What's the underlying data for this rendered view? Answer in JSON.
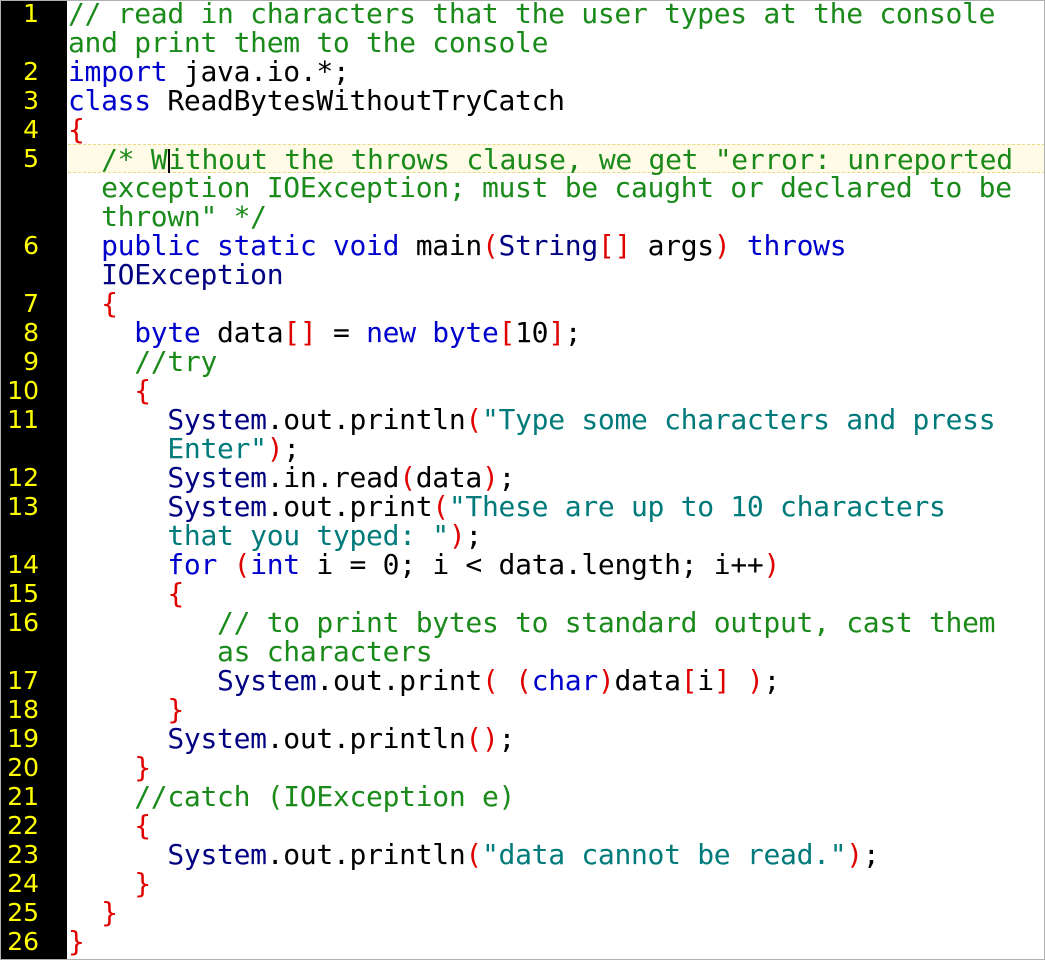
{
  "editor": {
    "line_numbers": [
      "1",
      "2",
      "3",
      "4",
      "5",
      "6",
      "7",
      "8",
      "9",
      "10",
      "11",
      "12",
      "13",
      "14",
      "15",
      "16",
      "17",
      "18",
      "19",
      "20",
      "21",
      "22",
      "23",
      "24",
      "25",
      "26"
    ],
    "code": {
      "l1a": "// read in characters that the user types at the console",
      "l1b": "and print them to the console",
      "l2_kw": "import",
      "l2_rest": " java.io.*;",
      "l3_kw": "class",
      "l3_rest": " ReadBytesWithoutTryCatch",
      "l4": "{",
      "l5a_pre": "/* W",
      "l5a_post": "ithout the throws clause, we get \"error: unreported",
      "l5b": "exception IOException; must be caught or declared to be",
      "l5c": "thrown\" */",
      "l6_kw1": "public static void",
      "l6_main": " main",
      "l6_po": "(",
      "l6_string": "String",
      "l6_sq": "[]",
      "l6_args": " args",
      "l6_pc": ")",
      "l6_throws": " throws",
      "l6b": "IOException",
      "l7": "{",
      "l8_kw": "byte",
      "l8_data": " data",
      "l8_sq": "[]",
      "l8_eq": " = ",
      "l8_new": "new byte",
      "l8_ob": "[",
      "l8_num": "10",
      "l8_cb": "]",
      "l8_semi": ";",
      "l9": "//try",
      "l10": "{",
      "l11_sys": "System",
      "l11_call": ".out.println",
      "l11_po": "(",
      "l11_str": "\"Type some characters and press",
      "l11b_str": "Enter\"",
      "l11b_pc": ")",
      "l11b_semi": ";",
      "l12_sys": "System",
      "l12_call": ".in.read",
      "l12_po": "(",
      "l12_arg": "data",
      "l12_pc": ")",
      "l12_semi": ";",
      "l13_sys": "System",
      "l13_call": ".out.print",
      "l13_po": "(",
      "l13_str": "\"These are up to 10 characters",
      "l13b_str": "that you typed: \"",
      "l13b_pc": ")",
      "l13b_semi": ";",
      "l14_for": "for",
      "l14_sp": " ",
      "l14_po": "(",
      "l14_int": "int",
      "l14_rest": " i = 0; i < data.length; i++",
      "l14_pc": ")",
      "l15": "{",
      "l16a": "// to print bytes to standard output, cast them",
      "l16b": "as characters",
      "l17_sys": "System",
      "l17_call": ".out.print",
      "l17_po": "(",
      "l17_sp": " ",
      "l17_cpo": "(",
      "l17_char": "char",
      "l17_cpc": ")",
      "l17_data": "data",
      "l17_ob": "[",
      "l17_i": "i",
      "l17_cb": "]",
      "l17_sp2": " ",
      "l17_pc": ")",
      "l17_semi": ";",
      "l18": "}",
      "l19_sys": "System",
      "l19_call": ".out.println",
      "l19_parens": "()",
      "l19_semi": ";",
      "l20": "}",
      "l21": "//catch (IOException e)",
      "l22": "{",
      "l23_sys": "System",
      "l23_call": ".out.println",
      "l23_po": "(",
      "l23_str": "\"data cannot be read.\"",
      "l23_pc": ")",
      "l23_semi": ";",
      "l24": "}",
      "l25": "}",
      "l26": "}"
    }
  }
}
